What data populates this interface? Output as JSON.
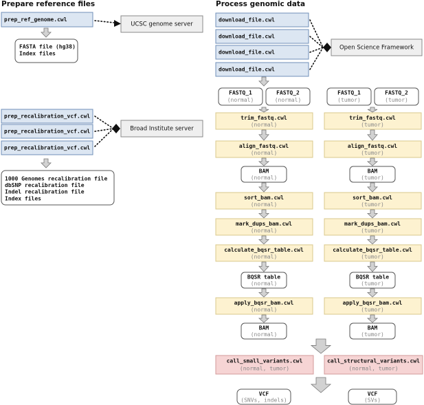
{
  "colors": {
    "blue_fill": "#dce6f2",
    "blue_stroke": "#6f8fb8",
    "yellow_fill": "#fdf2d0",
    "yellow_stroke": "#d9c88d",
    "red_fill": "#f6d4d4",
    "red_stroke": "#d39a9a",
    "server_fill": "#efefef",
    "server_stroke": "#8a8a8a",
    "arrow_fill": "#d2d2d2",
    "arrow_stroke": "#777777",
    "gray_text": "#888888"
  },
  "left": {
    "title": "Prepare reference files",
    "ref_genome_script": "prep_ref_genome.cwl",
    "ucsc_server": "UCSC genome server",
    "fasta_output": [
      "FASTA file (hg38)",
      "Index files"
    ],
    "recal_scripts": [
      "prep_recalibration_vcf.cwl",
      "prep_recalibration_vcf.cwl",
      "prep_recalibration_vcf.cwl"
    ],
    "broad_server": "Broad Institute server",
    "recal_output": [
      "1000 Genomes recalibration file",
      "dbSNP recalibration file",
      "Indel recalibration file",
      "Index files"
    ]
  },
  "right": {
    "title": "Process genomic data",
    "download_scripts": [
      "download_file.cwl",
      "download_file.cwl",
      "download_file.cwl",
      "download_file.cwl"
    ],
    "osf_server": "Open Science Framework",
    "fastq1": "FASTQ_1",
    "fastq2": "FASTQ_2",
    "normal_sub": "(normal)",
    "tumor_sub": "(tumor)",
    "steps": [
      {
        "label": "trim_fastq.cwl",
        "kind": "script"
      },
      {
        "label": "align_fastq.cwl",
        "kind": "script"
      },
      {
        "label": "BAM",
        "kind": "file"
      },
      {
        "label": "sort_bam.cwl",
        "kind": "script"
      },
      {
        "label": "mark_dups_bam.cwl",
        "kind": "script"
      },
      {
        "label": "calculate_bqsr_table.cwl",
        "kind": "script"
      },
      {
        "label": "BQSR table",
        "kind": "file"
      },
      {
        "label": "apply_bqsr_bam.cwl",
        "kind": "script"
      },
      {
        "label": "BAM",
        "kind": "file"
      }
    ],
    "small_variants": {
      "label": "call_small_variants.cwl",
      "sub": "(normal, tumor)"
    },
    "structural_variants": {
      "label": "call_structural_variants.cwl",
      "sub": "(normal, tumor)"
    },
    "vcf_small": {
      "label": "VCF",
      "sub": "(SNVs, indels)"
    },
    "vcf_structural": {
      "label": "VCF",
      "sub": "(SVs)"
    }
  }
}
